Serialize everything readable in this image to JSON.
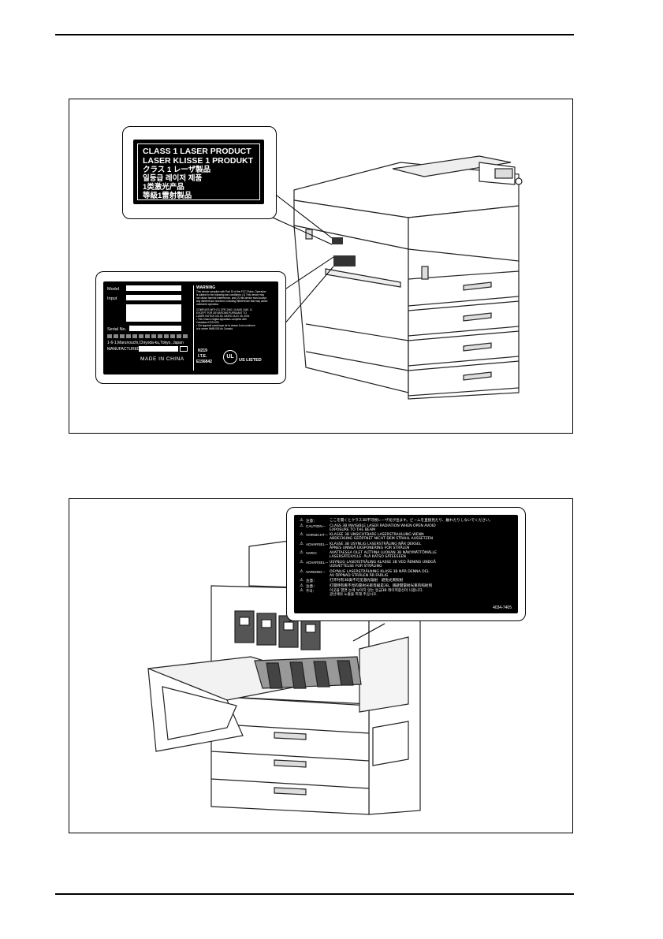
{
  "figure_top": {
    "laser_class_label": {
      "lines": [
        "CLASS 1 LASER PRODUCT",
        "LASER KLISSE 1 PRODUKT",
        "クラス 1 レーザ製品",
        "일등급 레이저 제품",
        "1类激光产品",
        "等級1雷射製品"
      ]
    },
    "rating_label": {
      "field_model": "Model",
      "field_input": "Input",
      "field_serial": "Serial No.",
      "address": "1-6-1,Marunouchi,Chiyoda-ku,Tokyo, Japan",
      "manufactured": "MANUFACTURED:",
      "made_in": "MADE IN CHINA",
      "warning_title": "WARNING",
      "warning_text": [
        "This device complies with Part 15 of the FCC Rules. Operation",
        "is subject to the following two conditions: (1) This device may",
        "not cause harmful interference, and (2) this device must accept",
        "any interference received, including interference that may cause",
        "undesired operation."
      ],
      "complies_text": [
        "COMPLIES WITH 21 CFR 1040. 10 AND 1040. 11",
        "EXCEPT FOR DEVIATIONS PURSUANT TO",
        "LASER NOTICE NO.50, DATED JULY 26, 2001"
      ],
      "canada_text": [
        "• This Class A digital apparatus complies with",
        "  Canadian ICES-003.",
        "• Cet appareil numérique de la classe A est conforme",
        "  à la norme NMB-003 du Canada."
      ],
      "cert_code": "N219",
      "cert_sub": "I.T.E.",
      "cert_num": "E156842",
      "ul_listed": "US LISTED"
    }
  },
  "figure_bottom": {
    "caution_label": {
      "rows": [
        {
          "key": "注意：",
          "text": [
            "ここを開くとクラス3B不可視レーザ光が出ます。ビームを直接見たり、触れたりしないでください。"
          ]
        },
        {
          "key": "CAUTION－",
          "text": [
            "CLASS 3B INVISIBLE LASER RADIATION WHEN OPEN AVOID",
            "EXPOSURE TO THE BEAM"
          ]
        },
        {
          "key": "VORSICHT－",
          "text": [
            "KLASSE 3B UNSICHTBARE LASERSTRAHLUNG WENN",
            "ABDECKUNG GEÖFFNET NICHT DEM STRAHL AUSSETZEN"
          ]
        },
        {
          "key": "ADVARSEL－",
          "text": [
            "KLASSE 3B USYNLIG LASERSTRÅLING NÅR DEKSEL",
            "ÅPNES UNNGÅ EKSPONERING FOR STRÅLEN"
          ]
        },
        {
          "key": "VARO：",
          "text": [
            "AVATTAESSA OLET ALTTIINA LUOKAN 3B NÄKYMÄTTÖMÄLLE",
            "LASERSÄTEILYLLE. ÄLÄ KATSO SÄTEESEEN"
          ]
        },
        {
          "key": "ADVARSEL－",
          "text": [
            "USYNLIG LASERSTRÅLING KLASSE 3B VED ÅBNING UNDGÅ",
            "UDSÆTTELSE FOR STRÅLING"
          ]
        },
        {
          "key": "VARNING－",
          "text": [
            "OSYNLIG LASERSTRÅLNING KLASS 3B NÄR DENNA DEL",
            "AV ÖPPNAD STRÅLEN ÄR FARLIG"
          ]
        },
        {
          "key": "注意：",
          "text": [
            "打开时有3B类不可见激光辐射　避免光束照射"
          ]
        },
        {
          "key": "注意：",
          "text": [
            "打開時有看不見的雷射光束等級是3B。請避開雷射光束的照射到"
          ]
        },
        {
          "key": "주의：",
          "text": [
            "이곳을 열면 눈에 보이지 않는 등급3B 레이저광선이 나옵니다.",
            "광선에의 노출을 피해 주십시오."
          ]
        }
      ],
      "code": "4034-7405"
    }
  }
}
